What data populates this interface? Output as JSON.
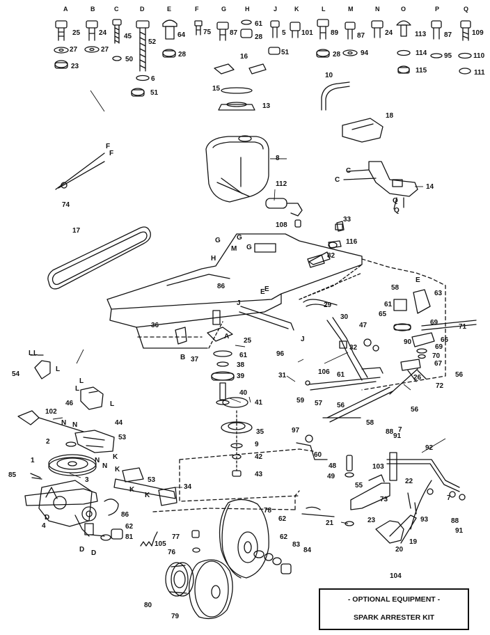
{
  "hardware_letters": [
    "A",
    "B",
    "C",
    "D",
    "E",
    "F",
    "G",
    "H",
    "J",
    "K",
    "L",
    "M",
    "N",
    "O",
    "P",
    "Q"
  ],
  "callouts": [
    {
      "id": "c25a",
      "text": "25"
    },
    {
      "id": "c24a",
      "text": "24"
    },
    {
      "id": "c45",
      "text": "45"
    },
    {
      "id": "c52",
      "text": "52"
    },
    {
      "id": "c64",
      "text": "64"
    },
    {
      "id": "c75",
      "text": "75"
    },
    {
      "id": "c87a",
      "text": "87"
    },
    {
      "id": "c61a",
      "text": "61"
    },
    {
      "id": "c5",
      "text": "5"
    },
    {
      "id": "c101",
      "text": "101"
    },
    {
      "id": "c89",
      "text": "89"
    },
    {
      "id": "c87b",
      "text": "87"
    },
    {
      "id": "c24b",
      "text": "24"
    },
    {
      "id": "c113",
      "text": "113"
    },
    {
      "id": "c87c",
      "text": "87"
    },
    {
      "id": "c109",
      "text": "109"
    },
    {
      "id": "c27a",
      "text": "27"
    },
    {
      "id": "c27b",
      "text": "27"
    },
    {
      "id": "c23",
      "text": "23"
    },
    {
      "id": "c50",
      "text": "50"
    },
    {
      "id": "c28a",
      "text": "28"
    },
    {
      "id": "c28b",
      "text": "28"
    },
    {
      "id": "c51a",
      "text": "51"
    },
    {
      "id": "c28c",
      "text": "28"
    },
    {
      "id": "c94",
      "text": "94"
    },
    {
      "id": "c114",
      "text": "114"
    },
    {
      "id": "c95",
      "text": "95"
    },
    {
      "id": "c110",
      "text": "110"
    },
    {
      "id": "c6",
      "text": "6"
    },
    {
      "id": "c51b",
      "text": "51"
    },
    {
      "id": "c115",
      "text": "115"
    },
    {
      "id": "c111",
      "text": "111"
    },
    {
      "id": "c16",
      "text": "16"
    },
    {
      "id": "c10",
      "text": "10"
    },
    {
      "id": "c15",
      "text": "15"
    },
    {
      "id": "c13",
      "text": "13"
    },
    {
      "id": "c18",
      "text": "18"
    },
    {
      "id": "c8",
      "text": "8"
    },
    {
      "id": "c74",
      "text": "74"
    },
    {
      "id": "cFa",
      "text": "F"
    },
    {
      "id": "cFb",
      "text": "F"
    },
    {
      "id": "c112",
      "text": "112"
    },
    {
      "id": "c108",
      "text": "108"
    },
    {
      "id": "c14",
      "text": "14"
    },
    {
      "id": "c33",
      "text": "33"
    },
    {
      "id": "c116",
      "text": "116"
    },
    {
      "id": "c82",
      "text": "82"
    },
    {
      "id": "c17",
      "text": "17"
    },
    {
      "id": "cG1",
      "text": "G"
    },
    {
      "id": "cM1",
      "text": "M"
    },
    {
      "id": "cG2",
      "text": "G"
    },
    {
      "id": "cG3",
      "text": "G"
    },
    {
      "id": "cH1",
      "text": "H"
    },
    {
      "id": "cC1",
      "text": "C"
    },
    {
      "id": "cC2",
      "text": "C"
    },
    {
      "id": "cQ1",
      "text": "Q"
    },
    {
      "id": "cQ2",
      "text": "Q"
    },
    {
      "id": "c58a",
      "text": "58"
    },
    {
      "id": "cE1",
      "text": "E"
    },
    {
      "id": "c63",
      "text": "63"
    },
    {
      "id": "c61b",
      "text": "61"
    },
    {
      "id": "c65",
      "text": "65"
    },
    {
      "id": "c69a",
      "text": "69"
    },
    {
      "id": "c71",
      "text": "71"
    },
    {
      "id": "c86a",
      "text": "86"
    },
    {
      "id": "cEE",
      "text": "E"
    },
    {
      "id": "cE2",
      "text": "E"
    },
    {
      "id": "c29",
      "text": "29"
    },
    {
      "id": "c30",
      "text": "30"
    },
    {
      "id": "c47",
      "text": "47"
    },
    {
      "id": "c32",
      "text": "32"
    },
    {
      "id": "c90",
      "text": "90"
    },
    {
      "id": "c66",
      "text": "66"
    },
    {
      "id": "c69b",
      "text": "69"
    },
    {
      "id": "c70",
      "text": "70"
    },
    {
      "id": "c67",
      "text": "67"
    },
    {
      "id": "c36",
      "text": "36"
    },
    {
      "id": "cJ1",
      "text": "J"
    },
    {
      "id": "cJ2",
      "text": "J"
    },
    {
      "id": "c25b",
      "text": "25"
    },
    {
      "id": "cA1",
      "text": "A"
    },
    {
      "id": "c96",
      "text": "96"
    },
    {
      "id": "cB1",
      "text": "B"
    },
    {
      "id": "c37",
      "text": "37"
    },
    {
      "id": "c61c",
      "text": "61"
    },
    {
      "id": "c38",
      "text": "38"
    },
    {
      "id": "c39",
      "text": "39"
    },
    {
      "id": "c31",
      "text": "31"
    },
    {
      "id": "c106",
      "text": "106"
    },
    {
      "id": "c61d",
      "text": "61"
    },
    {
      "id": "c26",
      "text": "26"
    },
    {
      "id": "c56a",
      "text": "56"
    },
    {
      "id": "c72",
      "text": "72"
    },
    {
      "id": "c54",
      "text": "54"
    },
    {
      "id": "cL1",
      "text": "L"
    },
    {
      "id": "cL2",
      "text": "L"
    },
    {
      "id": "cL3",
      "text": "L"
    },
    {
      "id": "cL4",
      "text": "L"
    },
    {
      "id": "cL5",
      "text": "L"
    },
    {
      "id": "cL6",
      "text": "L"
    },
    {
      "id": "c40",
      "text": "40"
    },
    {
      "id": "c41",
      "text": "41"
    },
    {
      "id": "c59",
      "text": "59"
    },
    {
      "id": "c57",
      "text": "57"
    },
    {
      "id": "c56b",
      "text": "56"
    },
    {
      "id": "c56c",
      "text": "56"
    },
    {
      "id": "c46",
      "text": "46"
    },
    {
      "id": "c102",
      "text": "102"
    },
    {
      "id": "c44",
      "text": "44"
    },
    {
      "id": "cN1",
      "text": "N"
    },
    {
      "id": "cN2",
      "text": "N"
    },
    {
      "id": "c58b",
      "text": "58"
    },
    {
      "id": "c35",
      "text": "35"
    },
    {
      "id": "c53a",
      "text": "53"
    },
    {
      "id": "c2",
      "text": "2"
    },
    {
      "id": "c97",
      "text": "97"
    },
    {
      "id": "c9",
      "text": "9"
    },
    {
      "id": "c91a",
      "text": "91"
    },
    {
      "id": "c88a",
      "text": "88"
    },
    {
      "id": "c7a",
      "text": "7"
    },
    {
      "id": "c92",
      "text": "92"
    },
    {
      "id": "cN3",
      "text": "N"
    },
    {
      "id": "cK1",
      "text": "K"
    },
    {
      "id": "cN4",
      "text": "N"
    },
    {
      "id": "cK2",
      "text": "K"
    },
    {
      "id": "c1",
      "text": "1"
    },
    {
      "id": "c42",
      "text": "42"
    },
    {
      "id": "c60",
      "text": "60"
    },
    {
      "id": "c48",
      "text": "48"
    },
    {
      "id": "c103",
      "text": "103"
    },
    {
      "id": "c85a",
      "text": "85"
    },
    {
      "id": "c3",
      "text": "3"
    },
    {
      "id": "c53b",
      "text": "53"
    },
    {
      "id": "c43",
      "text": "43"
    },
    {
      "id": "c49",
      "text": "49"
    },
    {
      "id": "c55",
      "text": "55"
    },
    {
      "id": "c22",
      "text": "22"
    },
    {
      "id": "cK3",
      "text": "K"
    },
    {
      "id": "cK4",
      "text": "K"
    },
    {
      "id": "c34",
      "text": "34"
    },
    {
      "id": "c73",
      "text": "73"
    },
    {
      "id": "c7b",
      "text": "7"
    },
    {
      "id": "cD1",
      "text": "D"
    },
    {
      "id": "c4",
      "text": "4"
    },
    {
      "id": "c23b",
      "text": "23"
    },
    {
      "id": "c86b",
      "text": "86"
    },
    {
      "id": "c88b",
      "text": "88"
    },
    {
      "id": "c91b",
      "text": "91"
    },
    {
      "id": "c62a",
      "text": "62"
    },
    {
      "id": "c78",
      "text": "78"
    },
    {
      "id": "c62b",
      "text": "62"
    },
    {
      "id": "c21",
      "text": "21"
    },
    {
      "id": "c93",
      "text": "93"
    },
    {
      "id": "c77",
      "text": "77"
    },
    {
      "id": "c105",
      "text": "105"
    },
    {
      "id": "cD2",
      "text": "D"
    },
    {
      "id": "cD3",
      "text": "D"
    },
    {
      "id": "c62c",
      "text": "62"
    },
    {
      "id": "c81",
      "text": "81"
    },
    {
      "id": "c76",
      "text": "76"
    },
    {
      "id": "c83",
      "text": "83"
    },
    {
      "id": "c84",
      "text": "84"
    },
    {
      "id": "c20",
      "text": "20"
    },
    {
      "id": "c19",
      "text": "19"
    },
    {
      "id": "c104",
      "text": "104"
    },
    {
      "id": "c80",
      "text": "80"
    },
    {
      "id": "c79",
      "text": "79"
    }
  ],
  "note_box": {
    "line1": "- OPTIONAL EQUIPMENT -",
    "line2": "SPARK ARRESTER KIT"
  }
}
